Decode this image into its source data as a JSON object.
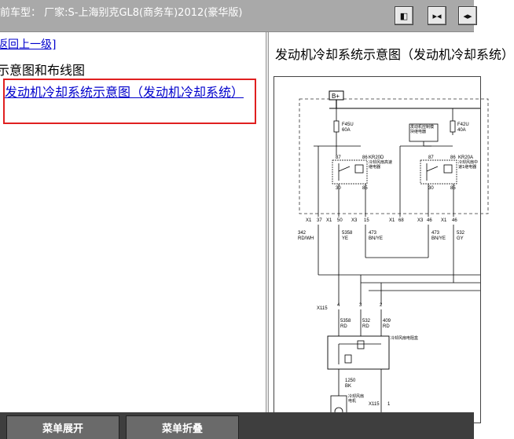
{
  "header": {
    "vehicle_label": "前车型： 厂家:S-上海别克GL8(商务车)2012(豪华版)",
    "buttons": [
      {
        "icon": "restore-left-icon",
        "glyph": "◧"
      },
      {
        "icon": "expand-horizontal-icon",
        "glyph": "▸◂"
      },
      {
        "icon": "collapse-left-icon",
        "glyph": "◂▸"
      }
    ]
  },
  "left_pane": {
    "back_link": "返回上一级]",
    "section_title": "示意图和布线图",
    "diagram_link": "发动机冷却系统示意图（发动机冷却系统）"
  },
  "right_pane": {
    "title": "发动机冷却系统示意图（发动机冷却系统）",
    "diagram": {
      "battery": "B+",
      "fuse_left": "F45U",
      "fuse_left_amp": "60A",
      "fuse_right": "F42U",
      "fuse_right_amp": "40A",
      "relay_mid": "发动机控制模块继电器",
      "relay_left": "KR20D",
      "relay_left_desc": "冷却风扇高速继电器",
      "relay_right": "KR20A",
      "relay_right_desc": "冷却风扇中速1继电器",
      "pins_top_left": [
        "87",
        "86"
      ],
      "pins_bottom_left": [
        "30",
        "85"
      ],
      "pins_top_right": [
        "87",
        "86"
      ],
      "pins_bottom_right": [
        "30",
        "85"
      ],
      "connector_row": [
        "X1",
        "37",
        "X1",
        "50",
        "X3",
        "15",
        "X1",
        "68",
        "X3",
        "46",
        "X1",
        "46"
      ],
      "wires_row1": [
        {
          "num": "342",
          "color": "RD/WH"
        },
        {
          "num": "5358",
          "color": "YE"
        },
        {
          "num": "473",
          "color": "BN/YE"
        },
        {
          "num": "473",
          "color": "BN/YE"
        },
        {
          "num": "532",
          "color": "GY"
        }
      ],
      "x115": "X115",
      "x115_pins": [
        "4",
        "3",
        "2"
      ],
      "wires_row2": [
        {
          "num": "5358",
          "color": "RD"
        },
        {
          "num": "532",
          "color": "RD"
        },
        {
          "num": "409",
          "color": "RD"
        }
      ],
      "resistor_label": "冷却风扇电阻盒",
      "ground_wire": {
        "num": "1250",
        "color": "BK"
      },
      "x115_bottom": "X115",
      "x115_bottom_pin": "1",
      "fan_label": "冷却风扇电机"
    }
  },
  "footer": {
    "expand_label": "菜单展开",
    "collapse_label": "菜单折叠"
  },
  "colors": {
    "titlebar": "#a9a9a9",
    "link": "#0000cc",
    "highlight": "#e02020",
    "footer": "#3e3e3e"
  }
}
